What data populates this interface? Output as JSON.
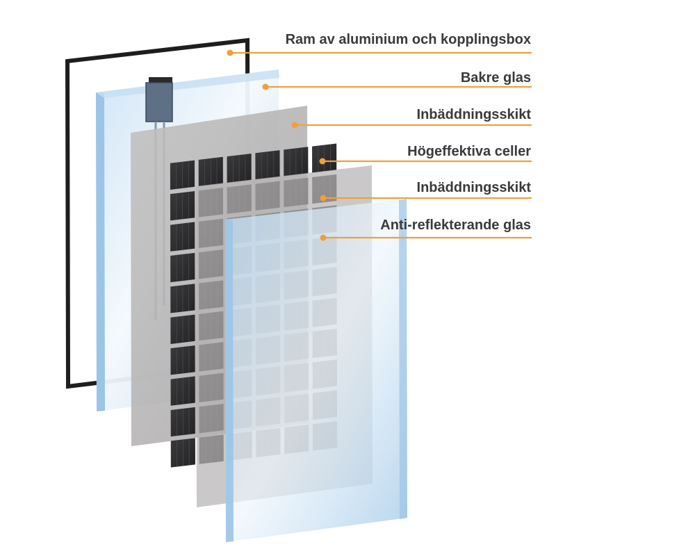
{
  "layers": [
    {
      "label": "Ram av aluminium och kopplingsbox"
    },
    {
      "label": "Bakre glas"
    },
    {
      "label": "Inbäddningsskikt"
    },
    {
      "label": "Högeffektiva celler"
    },
    {
      "label": "Inbäddningsskikt"
    },
    {
      "label": "Anti-reflekterande glas"
    }
  ],
  "colors": {
    "accent": "#f0a03a",
    "frame": "#1e1e1e",
    "glass": "#a9cdea",
    "encapsulant": "#b5b3b3",
    "cell": "#2c2c2e",
    "label_text": "#3a3a3a"
  }
}
